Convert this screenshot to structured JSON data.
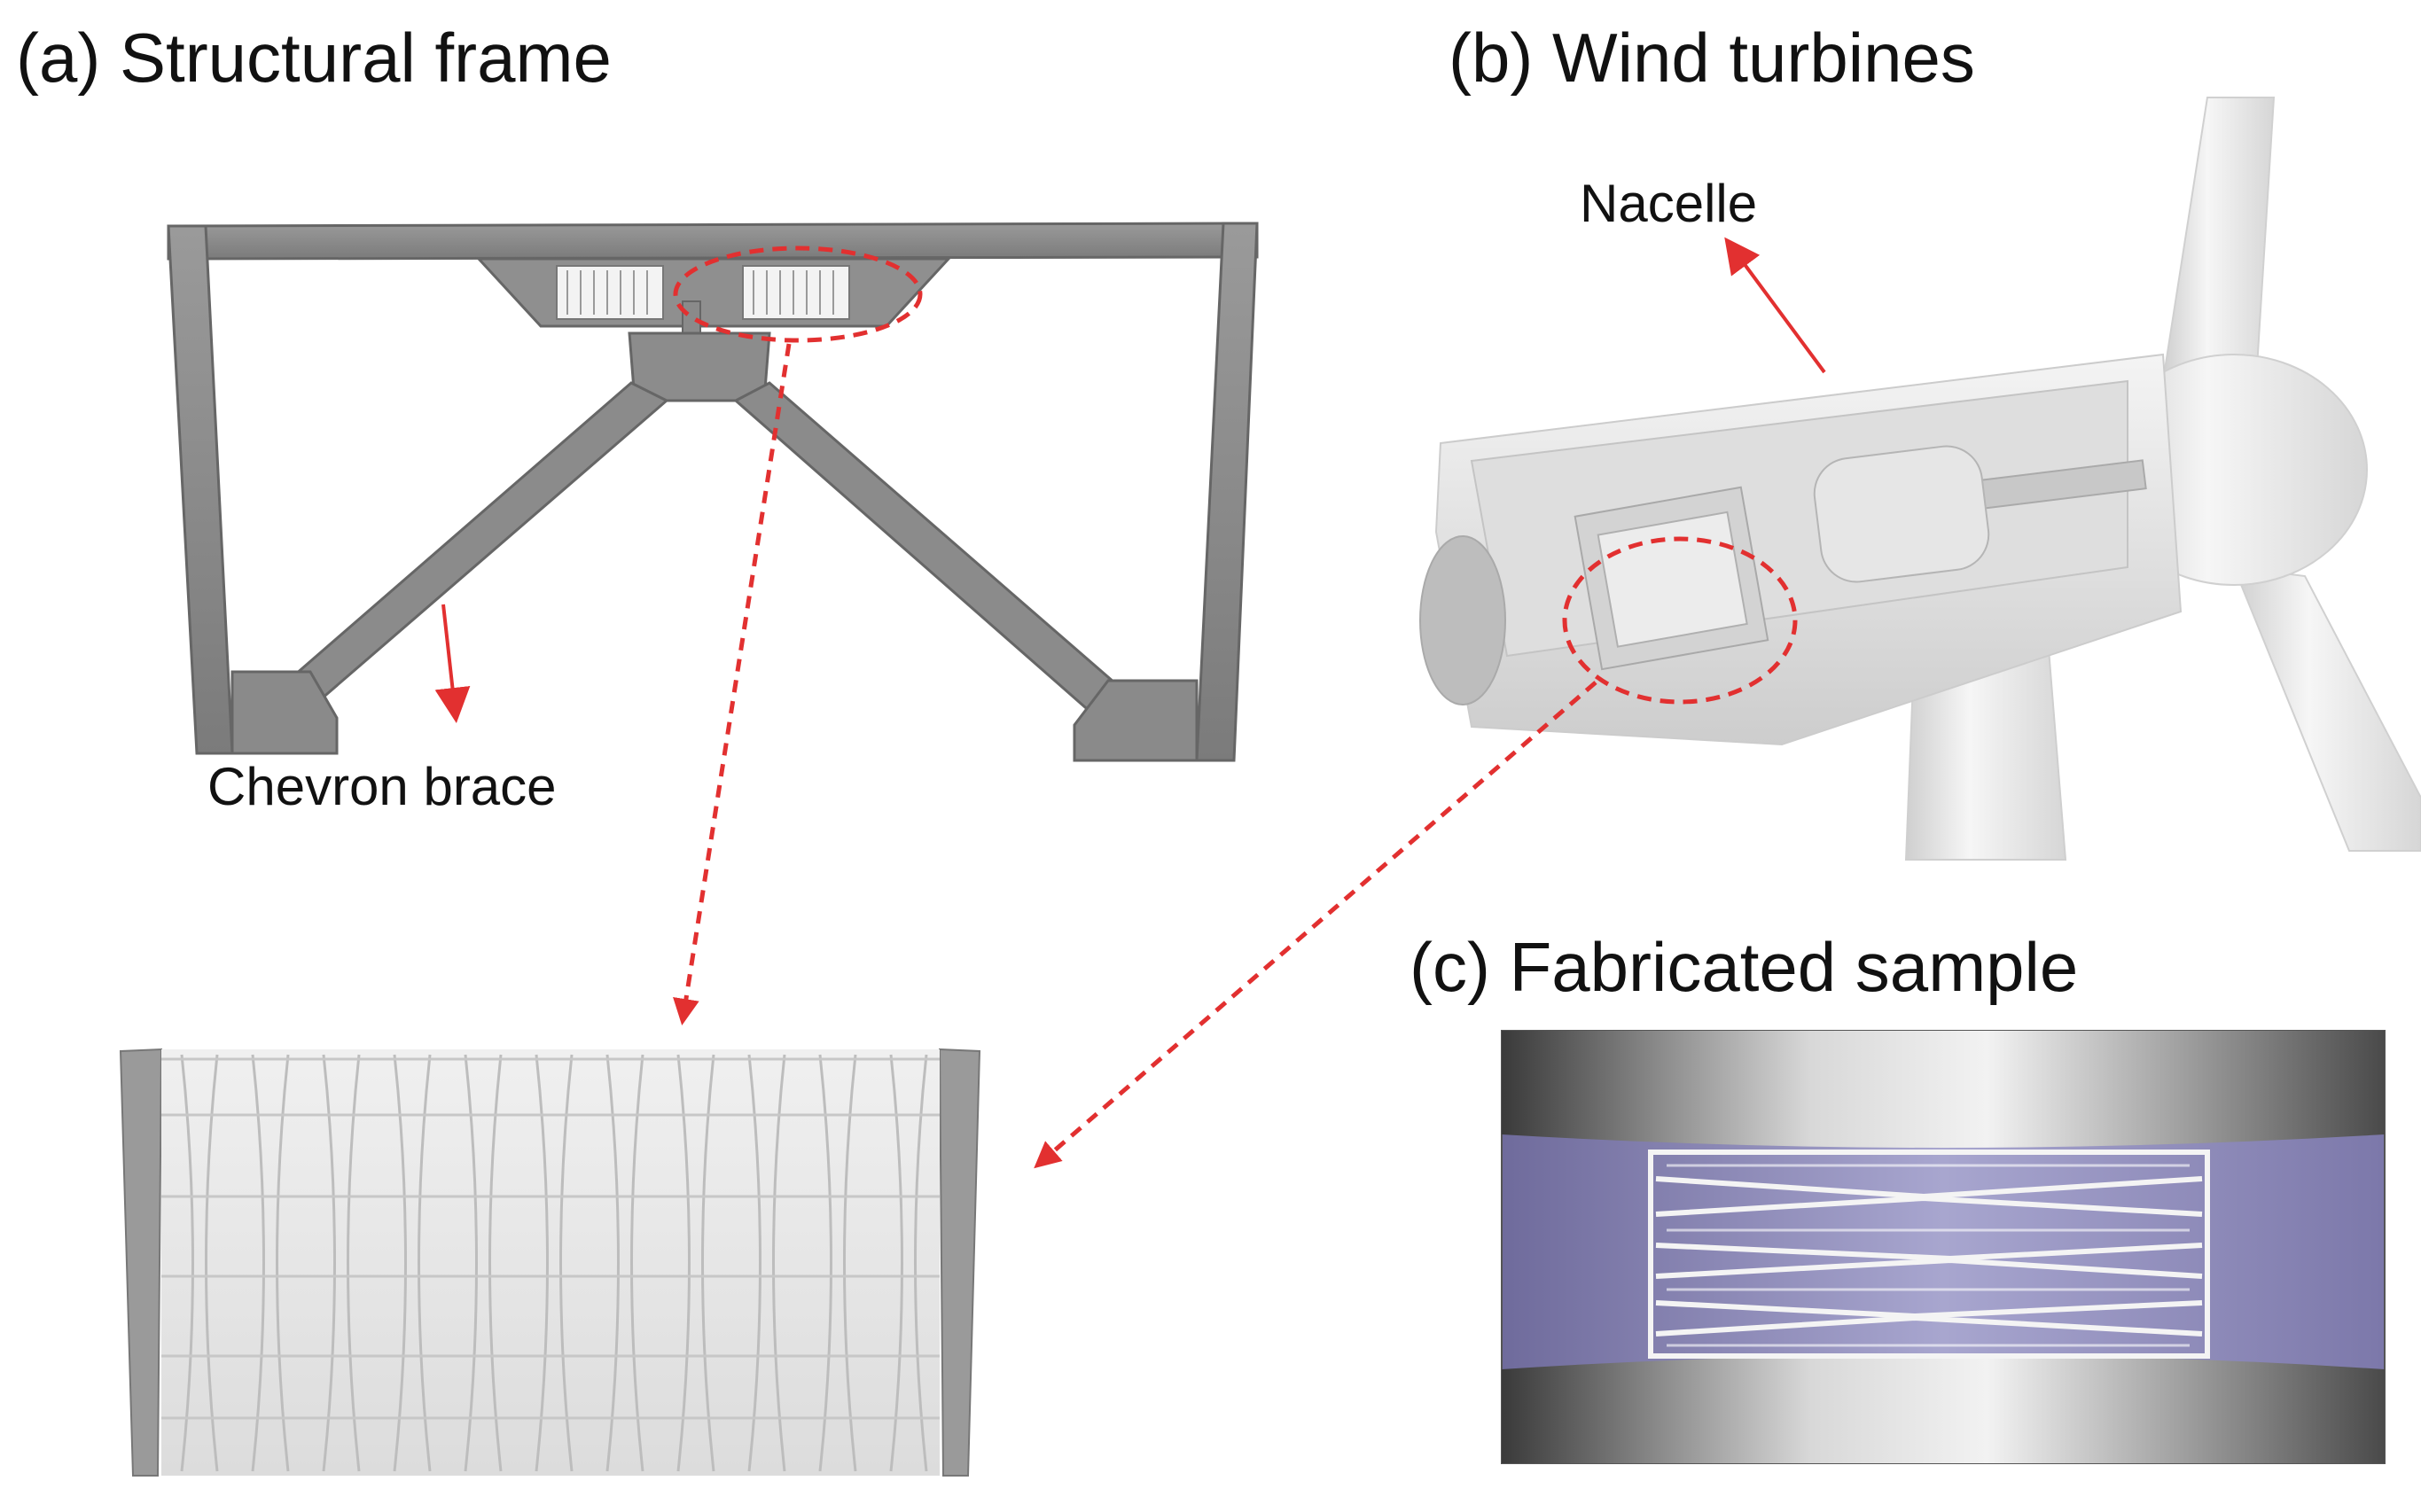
{
  "panels": {
    "a": {
      "title": "(a) Structural frame",
      "callout": "Chevron brace"
    },
    "b": {
      "title": "(b) Wind turbines",
      "callout": "Nacelle"
    },
    "c": {
      "title": "(c) Fabricated sample"
    }
  },
  "colors": {
    "frame_gray": "#8c8c8c",
    "frame_dark": "#6f6f6f",
    "highlight_red": "#e23030",
    "turbine_white": "#eeeeee",
    "sample_bg": "#8a86b4"
  }
}
